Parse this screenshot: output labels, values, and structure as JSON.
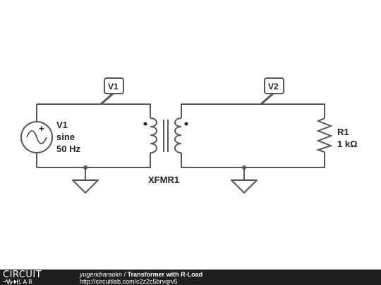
{
  "schematic": {
    "source": {
      "name": "V1",
      "type": "sine",
      "frequency": "50 Hz"
    },
    "probes": [
      {
        "label": "V1"
      },
      {
        "label": "V2"
      }
    ],
    "transformer": {
      "name": "XFMR1"
    },
    "resistor": {
      "name": "R1",
      "value": "1 kΩ"
    }
  },
  "footer": {
    "logo_top": "CIRCUIT",
    "logo_bottom": "LAB",
    "author": "yugendraraokn",
    "separator": " / ",
    "title": "Transformer with R-Load",
    "url": "http://circuitlab.com/c2z2c5brvqrv5"
  },
  "colors": {
    "wire": "#575757",
    "footer_bg": "#1e1e1e",
    "text": "#222222"
  }
}
